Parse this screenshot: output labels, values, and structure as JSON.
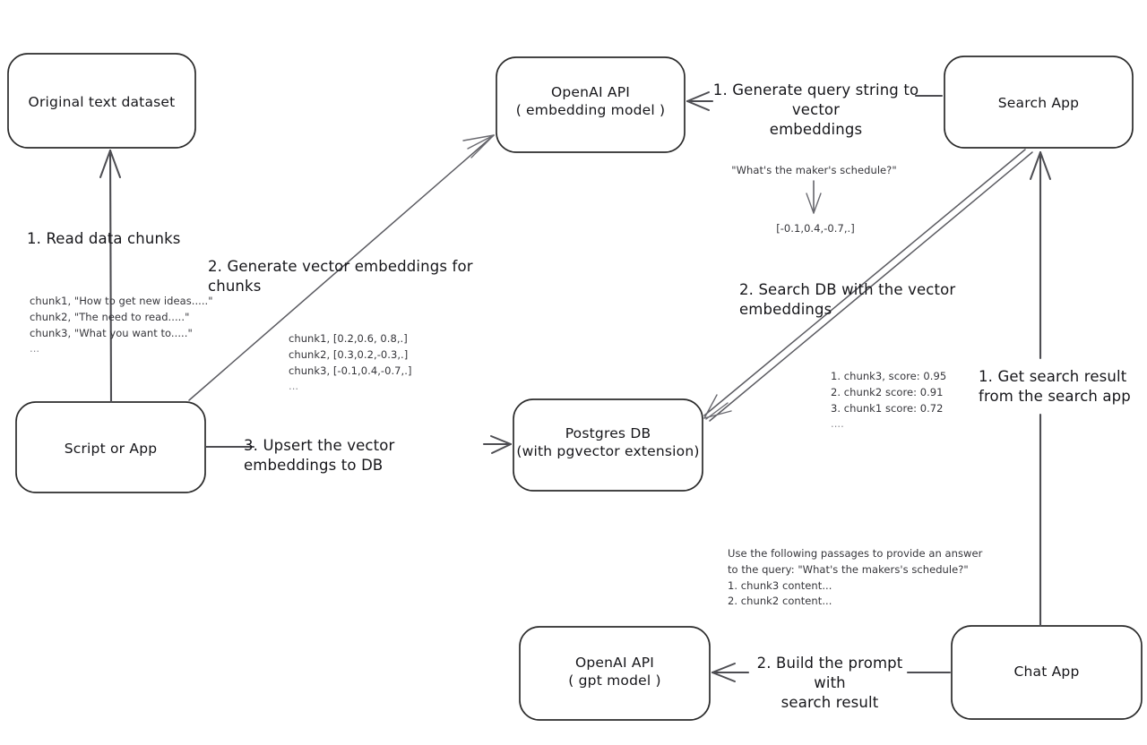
{
  "diagram": {
    "title": "Vector embedding search and chat pipeline",
    "nodes": {
      "original_dataset": {
        "label": "Original text dataset"
      },
      "script_or_app": {
        "label": "Script or App"
      },
      "openai_embedding": {
        "line1": "OpenAI API",
        "line2": "( embedding model )"
      },
      "postgres_db": {
        "line1": "Postgres DB",
        "line2": "(with pgvector extension)"
      },
      "search_app": {
        "label": "Search App"
      },
      "openai_gpt": {
        "line1": "OpenAI API",
        "line2": "( gpt model )"
      },
      "chat_app": {
        "label": "Chat App"
      }
    },
    "edges": {
      "read_chunks": {
        "label": "1. Read data chunks"
      },
      "generate_embeddings": {
        "label": "2. Generate vector embeddings for chunks"
      },
      "upsert_db": {
        "label": "3. Upsert the vector embeddings  to DB"
      },
      "generate_query_embeddings": {
        "line1": "1. Generate query string to vector",
        "line2": "embeddings"
      },
      "search_db": {
        "label": "2. Search DB with the vector embeddings"
      },
      "get_search_result": {
        "line1": "1. Get search result",
        "line2": "from the search app"
      },
      "build_prompt": {
        "line1": "2. Build the prompt with",
        "line2": "search result"
      }
    },
    "annotations": {
      "raw_chunks": {
        "lines": [
          "chunk1, \"How to get new ideas.....\"",
          "chunk2, \"The need to read.....\"",
          "chunk3, \"What you want to.....\""
        ],
        "ellipsis": "..."
      },
      "chunk_vectors": {
        "lines": [
          "chunk1, [0.2,0.6, 0.8,.]",
          "chunk2, [0.3,0.2,-0.3,.]",
          "chunk3, [-0.1,0.4,-0.7,.]"
        ],
        "ellipsis": "..."
      },
      "query_example": {
        "query": "\"What's the maker's schedule?\"",
        "vector": "[-0.1,0.4,-0.7,.]"
      },
      "search_results": {
        "lines": [
          "1. chunk3, score: 0.95",
          "2. chunk2 score: 0.91",
          "3. chunk1 score: 0.72"
        ],
        "ellipsis": "...."
      },
      "prompt_example": {
        "lines": [
          "Use the following passages to provide an answer",
          "to the query: \"What's the makers's schedule?\"",
          "1. chunk3 content...",
          "2. chunk2 content..."
        ]
      }
    },
    "colors": {
      "box_stroke": "#2b2b2b",
      "arrow_stroke": "#4d4d52",
      "text": "#16161a",
      "annotation_text": "#35353a",
      "background": "#ffffff"
    }
  }
}
